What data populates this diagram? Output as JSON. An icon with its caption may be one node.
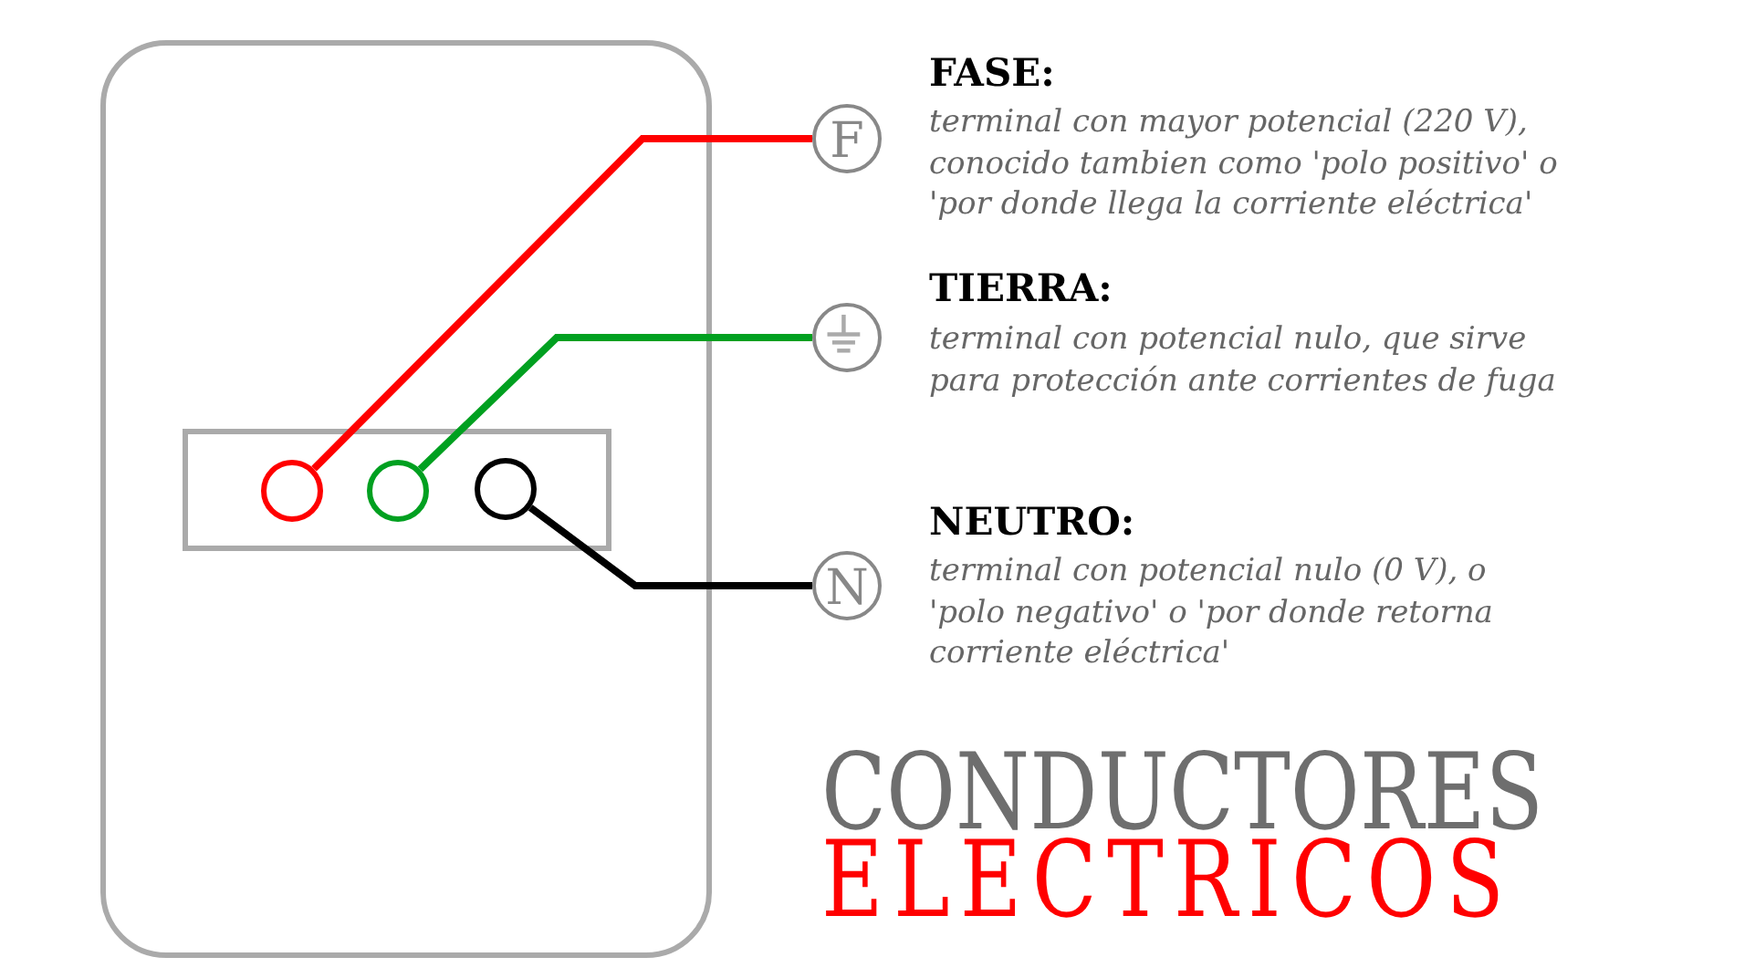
{
  "diagram": {
    "title": "CONDUCTORES ELECTRICOS",
    "nodes": [
      {
        "text": [],
        "shape": "box"
      },
      {
        "text": [],
        "shape": "box",
        "in": 0
      },
      {
        "text": [],
        "shape": "circle",
        "in": 1
      },
      {
        "text": [],
        "shape": "circle",
        "in": 1
      },
      {
        "text": [],
        "shape": "circle",
        "in": 1
      },
      {
        "text": [
          "F"
        ],
        "beside": [
          "FASE:",
          "terminal con mayor potencial (220 V), conocido tambien como 'polo positivo' o 'por donde llega la corriente eléctrica'"
        ]
      },
      {
        "text": [],
        "shape": "circle",
        "beside": [
          "TIERRA:",
          "terminal con potencial nulo, que sirve para protección ante corrientes de fuga"
        ]
      },
      {
        "text": [
          "N"
        ],
        "beside": [
          "NEUTRO:",
          "terminal con potencial nulo (0 V), o 'polo negativo' o 'por donde retorna corriente eléctrica'"
        ]
      }
    ],
    "edges": [
      {
        "from": 2,
        "to": 5,
        "arrow": "none",
        "color": "#ff0000"
      },
      {
        "from": 3,
        "to": 6,
        "arrow": "none",
        "color": "#00a020"
      },
      {
        "from": 4,
        "to": 7,
        "arrow": "none",
        "color": "#000000"
      }
    ]
  }
}
